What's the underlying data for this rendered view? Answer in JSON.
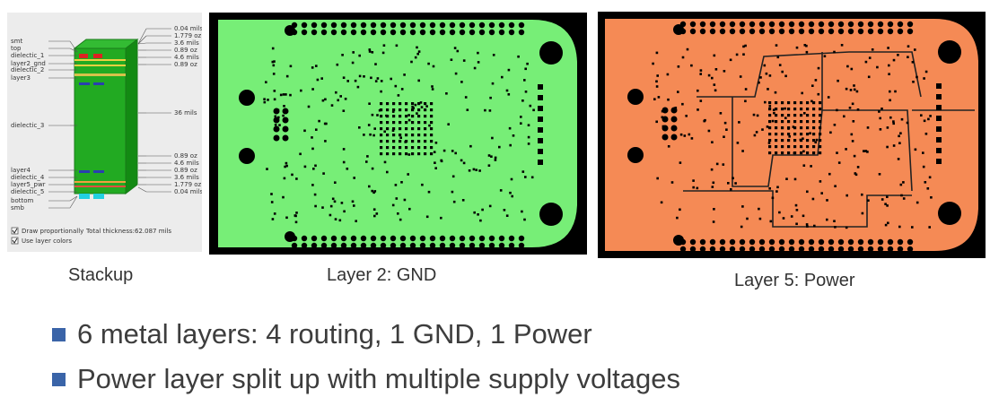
{
  "stackup": {
    "left_labels": [
      "smt",
      "top",
      "dielectic_1",
      "layer2_gnd",
      "dielectic_2",
      "layer3",
      "dielectic_3",
      "layer4",
      "dielectic_4",
      "layer5_pwr",
      "dielectic_5",
      "bottom",
      "smb"
    ],
    "right_labels": [
      "0.04 mils",
      "1.779 oz",
      "3.6 mils",
      "0.89 oz",
      "4.6 mils",
      "0.89 oz",
      "36 mils",
      "0.89 oz",
      "4.6 mils",
      "0.89 oz",
      "3.6 mils",
      "1.779 oz",
      "0.04 mils"
    ],
    "check_draw": "Draw proportionally",
    "check_colors": "Use layer colors",
    "total_label": "Total thickness:",
    "total_value": "62.087 mils"
  },
  "captions": {
    "stackup": "Stackup",
    "gnd": "Layer 2: GND",
    "power": "Layer 5: Power"
  },
  "bullets": [
    "6 metal layers: 4 routing, 1 GND, 1 Power",
    "Power layer split up with multiple supply voltages"
  ],
  "colors": {
    "gnd_fill": "#77ee77",
    "power_fill": "#f58a55",
    "board_bg": "#000000",
    "bullet": "#3a64a8"
  }
}
